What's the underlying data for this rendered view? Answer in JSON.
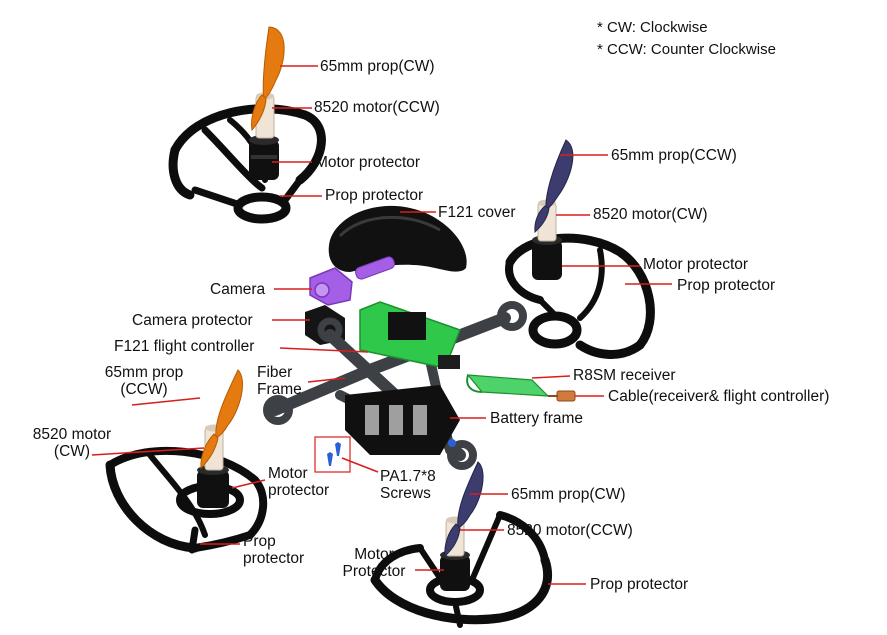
{
  "legend": {
    "cw": "* CW: Clockwise",
    "ccw": "* CCW: Counter Clockwise"
  },
  "colors": {
    "leader": "#d81e1e",
    "frame": "#3d4045",
    "prop_orange": "#e57a10",
    "prop_purple": "#3c3d6e",
    "flight_controller": "#2fc84a",
    "camera": "#a55ee6",
    "structure": "#0d0d0d"
  },
  "labels": {
    "tl_prop": "65mm prop(CW)",
    "tl_motor": "8520 motor(CCW)",
    "tl_motor_protector": "Motor protector",
    "tl_prop_protector": "Prop protector",
    "f121_cover": "F121 cover",
    "tr_prop": "65mm prop(CCW)",
    "tr_motor": "8520 motor(CW)",
    "tr_motor_protector": "Motor protector",
    "tr_prop_protector": "Prop protector",
    "camera": "Camera",
    "camera_protector": "Camera protector",
    "f121_fc": "F121 flight controller",
    "bl_prop_line1": "65mm prop",
    "bl_prop_line2": "(CCW)",
    "fiber_frame_line1": "Fiber",
    "fiber_frame_line2": "Frame",
    "r8sm_receiver": "R8SM receiver",
    "cable": "Cable(receiver& flight controller)",
    "battery_frame": "Battery frame",
    "bl_motor_line1": "8520 motor",
    "bl_motor_line2": "(CW)",
    "bl_motor_protector_line1": "Motor",
    "bl_motor_protector_line2": "protector",
    "screws_line1": "PA1.7*8",
    "screws_line2": "Screws",
    "br_prop": "65mm prop(CW)",
    "br_motor": "8520 motor(CCW)",
    "bl_prop_protector_line1": "Prop",
    "bl_prop_protector_line2": "protector",
    "br_motor_protector_line1": "Motor",
    "br_motor_protector_line2": "Protector",
    "br_prop_protector": "Prop protector"
  }
}
